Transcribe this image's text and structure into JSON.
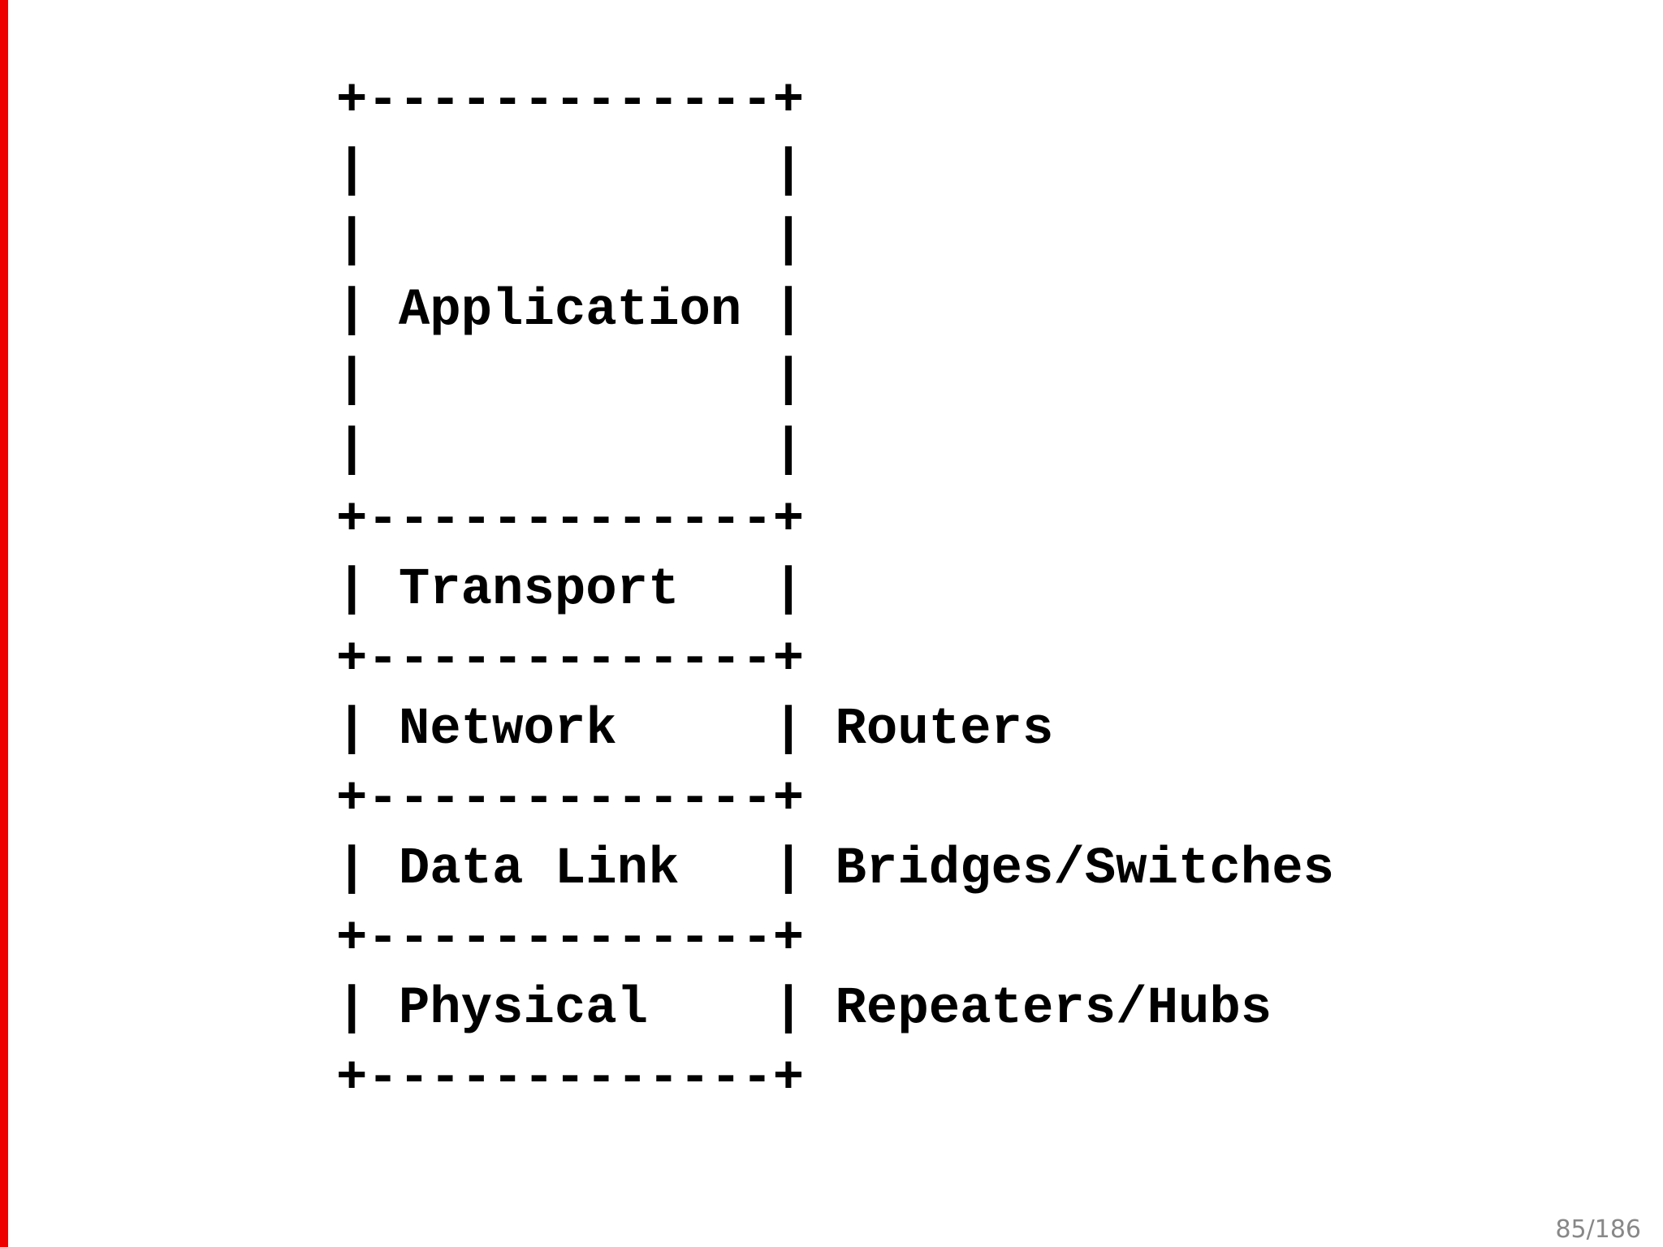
{
  "slide": {
    "background": "#ffffff"
  },
  "accent_bar": {
    "color": "#ee0000"
  },
  "diagram": {
    "text_color": "#000000",
    "ascii": "+-------------+\n|             |\n|             |\n| Application |\n|             |\n|             |\n+-------------+\n| Transport   |\n+-------------+\n| Network     | Routers\n+-------------+\n| Data Link   | Bridges/Switches\n+-------------+\n| Physical    | Repeaters/Hubs\n+-------------+",
    "layers": [
      {
        "layer": "Application",
        "devices": ""
      },
      {
        "layer": "Transport",
        "devices": ""
      },
      {
        "layer": "Network",
        "devices": "Routers"
      },
      {
        "layer": "Data Link",
        "devices": "Bridges/Switches"
      },
      {
        "layer": "Physical",
        "devices": "Repeaters/Hubs"
      }
    ]
  },
  "footer": {
    "page_indicator": "85/186",
    "color": "#888888"
  }
}
